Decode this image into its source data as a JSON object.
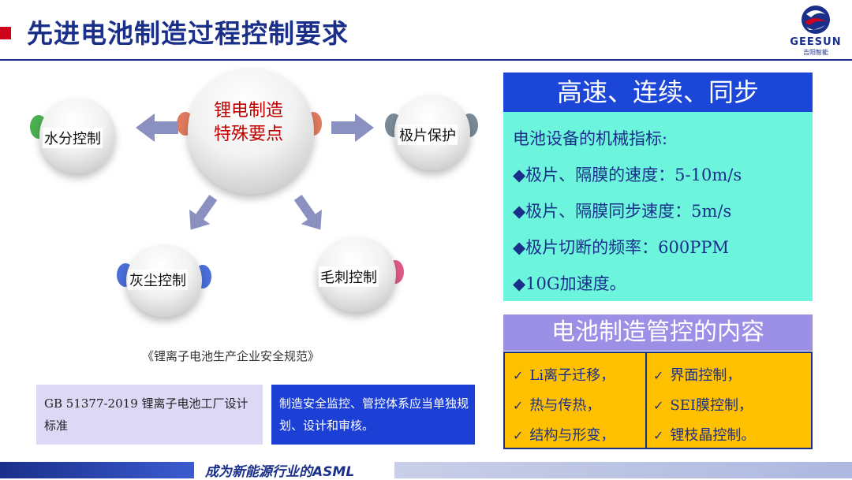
{
  "header": {
    "title": "先进电池制造过程控制要求",
    "logo_name": "GEESUN",
    "logo_sub": "吉阳智能"
  },
  "diagram": {
    "center": [
      "锂电制造",
      "特殊要点"
    ],
    "nodes": {
      "water": "水分控制",
      "electrode": "极片保护",
      "dust": "灰尘控制",
      "burr": "毛刺控制"
    },
    "colors": {
      "arrow": "#8a90c0",
      "water_tab": "#4caf50",
      "center_tab": "#e07a5f",
      "electrode_tab": "#7a8a96",
      "dust_tab": "#4a6fd8",
      "burr_tab": "#e05a8a"
    }
  },
  "speed_panel": {
    "heading": "高速、连续、同步",
    "lead": "电池设备的机械指标:",
    "items": [
      "◆极片、隔膜的速度：5-10m/s",
      "◆极片、隔膜同步速度：5m/s",
      "◆极片切断的频率：600PPM",
      "◆10G加速度。"
    ]
  },
  "control_panel": {
    "heading": "电池制造管控的内容",
    "left": [
      "Li离子迁移，",
      "热与传热，",
      "结构与形变，"
    ],
    "right": [
      "界面控制，",
      "SEI膜控制，",
      "锂枝晶控制。"
    ]
  },
  "standard": {
    "caption": "《锂离子电池生产企业安全规范》",
    "gb": "GB 51377-2019 锂离子电池工厂设计标准",
    "mgmt": "制造安全监控、管控体系应当单独规划、设计和审核。"
  },
  "footer": {
    "slogan": "成为新能源行业的ASML"
  }
}
